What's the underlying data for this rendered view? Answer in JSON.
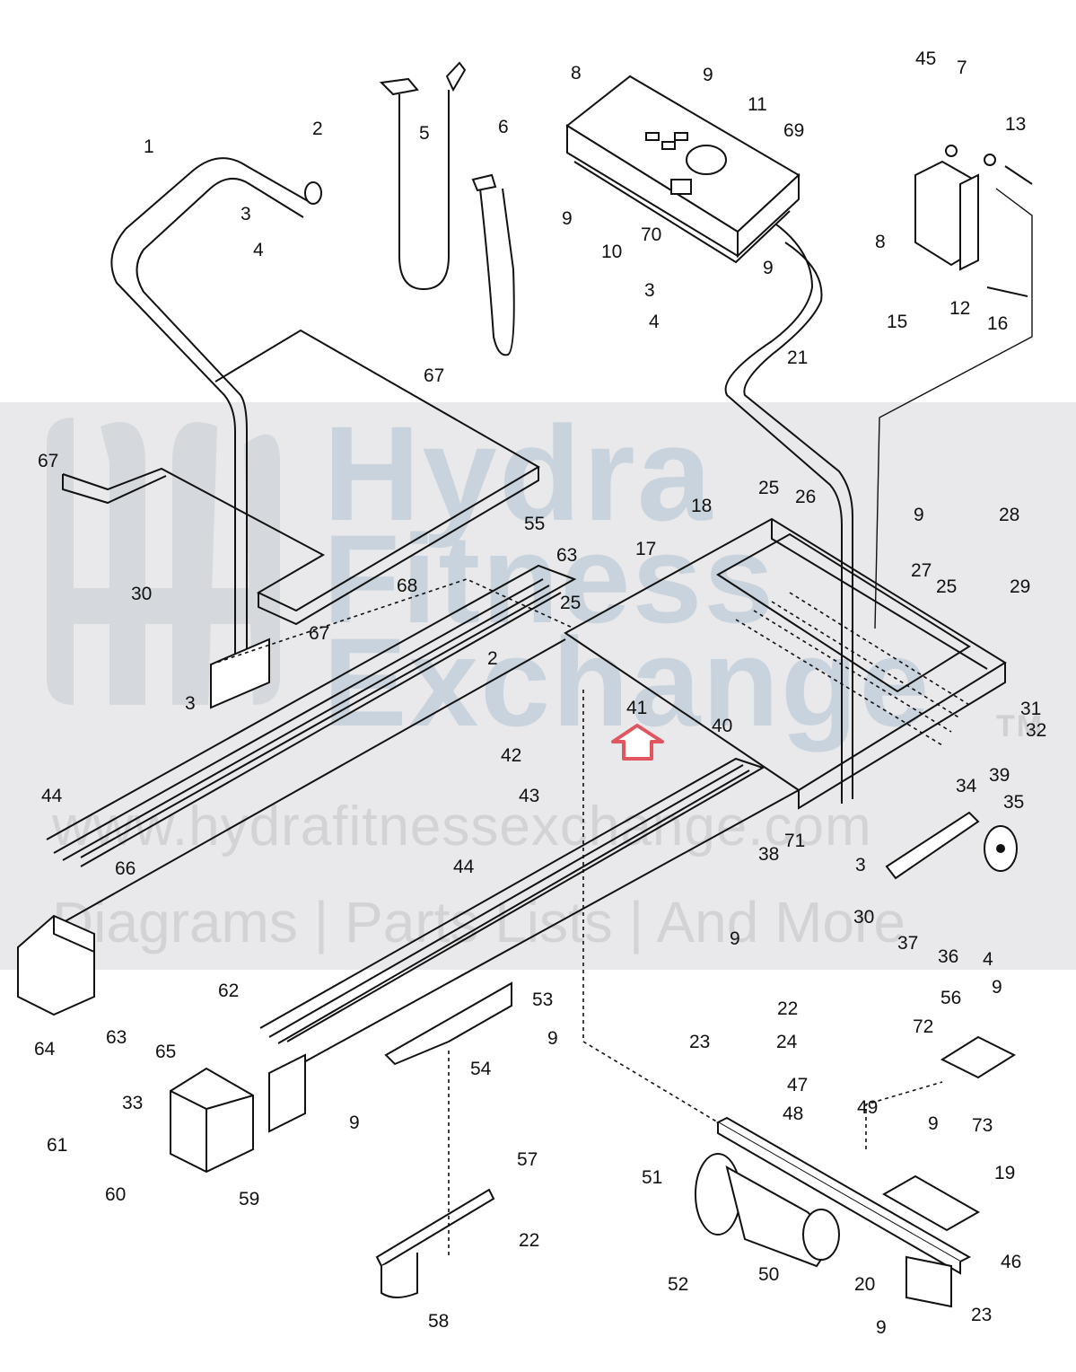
{
  "title": "Treadmill exploded parts diagram",
  "watermark": {
    "brand_line1": "Hydra",
    "brand_line2": "Fitness",
    "brand_line3": "Exchange",
    "trademark": "TM",
    "url": "www.hydrafitnessexchange.com",
    "tagline": "Diagrams | Parts Lists | And More"
  },
  "highlight": {
    "part": "41",
    "marker": "up-arrow",
    "color": "#e0555f"
  },
  "callouts": [
    {
      "id": "c1",
      "label": "1"
    },
    {
      "id": "c2a",
      "label": "2"
    },
    {
      "id": "c3a",
      "label": "3"
    },
    {
      "id": "c4a",
      "label": "4"
    },
    {
      "id": "c5",
      "label": "5"
    },
    {
      "id": "c6",
      "label": "6"
    },
    {
      "id": "c8a",
      "label": "8"
    },
    {
      "id": "c9a",
      "label": "9"
    },
    {
      "id": "c11",
      "label": "11"
    },
    {
      "id": "c69",
      "label": "69"
    },
    {
      "id": "c9b",
      "label": "9"
    },
    {
      "id": "c70",
      "label": "70"
    },
    {
      "id": "c10",
      "label": "10"
    },
    {
      "id": "c9c",
      "label": "9"
    },
    {
      "id": "c3b",
      "label": "3"
    },
    {
      "id": "c4b",
      "label": "4"
    },
    {
      "id": "c45",
      "label": "45"
    },
    {
      "id": "c7",
      "label": "7"
    },
    {
      "id": "c13",
      "label": "13"
    },
    {
      "id": "c8b",
      "label": "8"
    },
    {
      "id": "c15",
      "label": "15"
    },
    {
      "id": "c12",
      "label": "12"
    },
    {
      "id": "c16",
      "label": "16"
    },
    {
      "id": "c21",
      "label": "21"
    },
    {
      "id": "c67a",
      "label": "67"
    },
    {
      "id": "c67b",
      "label": "67"
    },
    {
      "id": "c67c",
      "label": "67"
    },
    {
      "id": "c68",
      "label": "68"
    },
    {
      "id": "c30a",
      "label": "30"
    },
    {
      "id": "c3c",
      "label": "3"
    },
    {
      "id": "c55",
      "label": "55"
    },
    {
      "id": "c63a",
      "label": "63"
    },
    {
      "id": "c17",
      "label": "17"
    },
    {
      "id": "c18",
      "label": "18"
    },
    {
      "id": "c25a",
      "label": "25"
    },
    {
      "id": "c2b",
      "label": "2"
    },
    {
      "id": "c41",
      "label": "41"
    },
    {
      "id": "c42",
      "label": "42"
    },
    {
      "id": "c25b",
      "label": "25"
    },
    {
      "id": "c26",
      "label": "26"
    },
    {
      "id": "c9d",
      "label": "9"
    },
    {
      "id": "c28",
      "label": "28"
    },
    {
      "id": "c27",
      "label": "27"
    },
    {
      "id": "c25c",
      "label": "25"
    },
    {
      "id": "c29",
      "label": "29"
    },
    {
      "id": "c40",
      "label": "40"
    },
    {
      "id": "c31",
      "label": "31"
    },
    {
      "id": "c32",
      "label": "32"
    },
    {
      "id": "c39",
      "label": "39"
    },
    {
      "id": "c34",
      "label": "34"
    },
    {
      "id": "c35",
      "label": "35"
    },
    {
      "id": "c44a",
      "label": "44"
    },
    {
      "id": "c43",
      "label": "43"
    },
    {
      "id": "c66",
      "label": "66"
    },
    {
      "id": "c44b",
      "label": "44"
    },
    {
      "id": "c71",
      "label": "71"
    },
    {
      "id": "c38",
      "label": "38"
    },
    {
      "id": "c3d",
      "label": "3"
    },
    {
      "id": "c30b",
      "label": "30"
    },
    {
      "id": "c9e",
      "label": "9"
    },
    {
      "id": "c37",
      "label": "37"
    },
    {
      "id": "c36",
      "label": "36"
    },
    {
      "id": "c4c",
      "label": "4"
    },
    {
      "id": "c64",
      "label": "64"
    },
    {
      "id": "c62",
      "label": "62"
    },
    {
      "id": "c53",
      "label": "53"
    },
    {
      "id": "c63b",
      "label": "63"
    },
    {
      "id": "c65",
      "label": "65"
    },
    {
      "id": "c9f",
      "label": "9"
    },
    {
      "id": "c54",
      "label": "54"
    },
    {
      "id": "c61",
      "label": "61"
    },
    {
      "id": "c33",
      "label": "33"
    },
    {
      "id": "c9g",
      "label": "9"
    },
    {
      "id": "c60",
      "label": "60"
    },
    {
      "id": "c59",
      "label": "59"
    },
    {
      "id": "c57",
      "label": "57"
    },
    {
      "id": "c22a",
      "label": "22"
    },
    {
      "id": "c58",
      "label": "58"
    },
    {
      "id": "c22b",
      "label": "22"
    },
    {
      "id": "c23a",
      "label": "23"
    },
    {
      "id": "c24",
      "label": "24"
    },
    {
      "id": "c47",
      "label": "47"
    },
    {
      "id": "c48",
      "label": "48"
    },
    {
      "id": "c49",
      "label": "49"
    },
    {
      "id": "c51",
      "label": "51"
    },
    {
      "id": "c52",
      "label": "52"
    },
    {
      "id": "c50",
      "label": "50"
    },
    {
      "id": "c56",
      "label": "56"
    },
    {
      "id": "c9h",
      "label": "9"
    },
    {
      "id": "c72",
      "label": "72"
    },
    {
      "id": "c73",
      "label": "73"
    },
    {
      "id": "c9i",
      "label": "9"
    },
    {
      "id": "c19",
      "label": "19"
    },
    {
      "id": "c20",
      "label": "20"
    },
    {
      "id": "c46",
      "label": "46"
    },
    {
      "id": "c23b",
      "label": "23"
    },
    {
      "id": "c9j",
      "label": "9"
    }
  ]
}
